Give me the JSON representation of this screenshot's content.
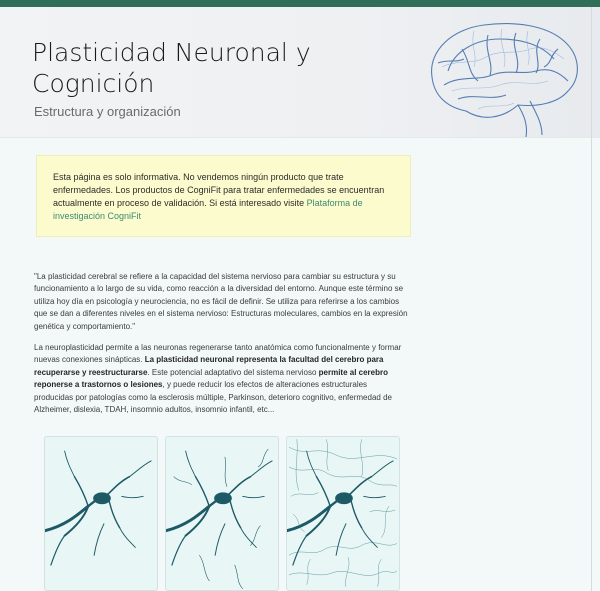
{
  "header": {
    "title": "Plasticidad Neuronal y Cognición",
    "subtitle": "Estructura y organización"
  },
  "notice": {
    "text": "Esta página es solo informativa. No vendemos ningún producto que trate enfermedades. Los productos de CogniFit para tratar enfermedades se encuentran actualmente en proceso de validación. Si está interesado visite ",
    "link_label": "Plataforma de investigación CogniFit"
  },
  "article": {
    "quote": "\"La plasticidad cerebral se refiere a la capacidad del sistema nervioso para cambiar su estructura y su funcionamiento a lo largo de su vida, como reacción a la diversidad del entorno. Aunque este término se utiliza hoy día en psicología y neurociencia, no es fácil de definir. Se utiliza para referirse a los cambios que se dan a diferentes niveles en el sistema nervioso: Estructuras moleculares, cambios en la expresión genética y comportamiento.\"",
    "p2_a": "La neuroplasticidad permite a las neuronas regenerarse tanto anatómica como funcionalmente y formar nuevas conexiones sinápticas. ",
    "p2_b": "La plasticidad neuronal representa la facultad del cerebro para recuperarse y reestructurarse",
    "p2_c": ". Este potencial adaptativo del sistema nervioso ",
    "p2_d": "permite al cerebro reponerse a trastornos o lesiones",
    "p2_e": ", y puede reducir los efectos de alteraciones estructurales producidas por patologías como la esclerosis múltiple, Parkinson, deterioro cognitivo, enfermedad de Alzheimer, dislexia, TDAH, insomnio adultos, insomnio infantil, etc..."
  },
  "images": [
    {
      "icon": "neuron-sparse-illustration"
    },
    {
      "icon": "neuron-growing-illustration"
    },
    {
      "icon": "neuron-dense-illustration"
    }
  ],
  "colors": {
    "top_bar": "#2f6e58",
    "notice_bg": "#fcfbcd",
    "link": "#3b8a72",
    "neuron": "#1d5a66"
  }
}
